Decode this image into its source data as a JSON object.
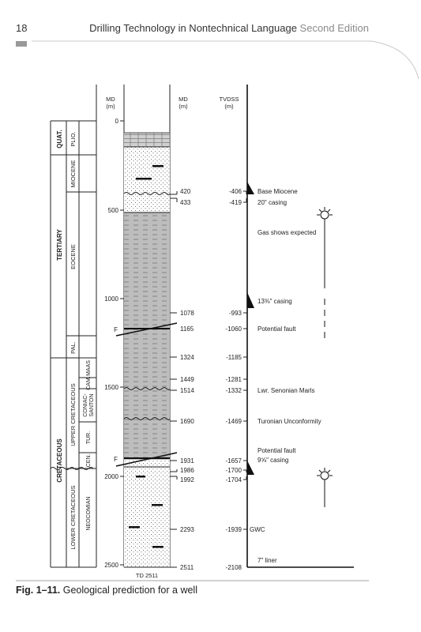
{
  "page": {
    "number": "18",
    "running_head_title": "Drilling Technology in Nontechnical Language",
    "running_head_edition": "Second Edition"
  },
  "figure": {
    "caption_label": "Fig. 1–11.",
    "caption_text": " Geological prediction for a well",
    "header_md_left": [
      "MD",
      "(m)"
    ],
    "header_md_right": [
      "MD",
      "(m)"
    ],
    "header_tvdss": [
      "TVDSS",
      "(m)"
    ],
    "depth_scale": [
      "0",
      "500",
      "1000",
      "1500",
      "2000",
      "2500"
    ],
    "td_label": "TD 2511",
    "fault_marker": "F",
    "eras": [
      "QUAT.",
      "TERTIARY",
      "CRETACEOUS"
    ],
    "periods": [
      "PLIO.",
      "MIOCENE",
      "EOCENE",
      "PAL.",
      "UPPER CRETACEOUS",
      "LOWER CRETACEOUS"
    ],
    "stages": [
      "MAAS",
      "CAM.",
      "CONIAC-",
      "SANTON",
      "TUR.",
      "CEN.",
      "NEOCOMIAN"
    ],
    "md_picks": [
      "420",
      "433",
      "1078",
      "1165",
      "1324",
      "1449",
      "1514",
      "1690",
      "1931",
      "1986",
      "1992",
      "2293",
      "2511"
    ],
    "tvdss_picks": [
      "-406",
      "-419",
      "-993",
      "-1060",
      "-1185",
      "-1281",
      "-1332",
      "-1469",
      "-1657",
      "-1700",
      "-1704",
      "-1939",
      "-2108"
    ],
    "annotations": {
      "base_miocene": "Base Miocene",
      "casing_20": "20\" casing",
      "gas_shows": "Gas shows expected",
      "casing_13": "13⅜\" casing",
      "potential_fault_1": "Potential fault",
      "lwr_senonian": "Lwr. Senonian Marls",
      "turonian": "Turonian Unconformity",
      "potential_fault_2": "Potential fault",
      "casing_9": "9⅝\" casing",
      "gwc": "GWC",
      "liner_7": "7\" liner"
    }
  }
}
